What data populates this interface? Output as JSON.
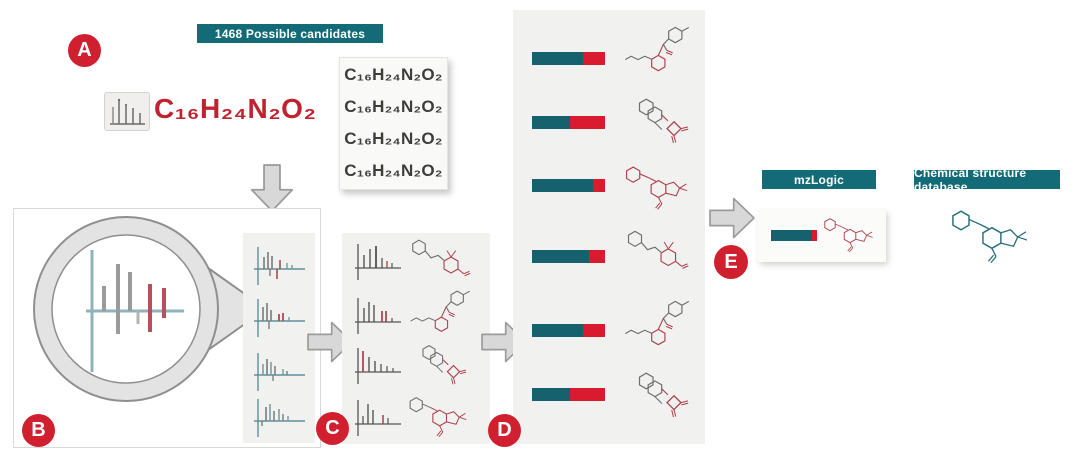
{
  "figure": {
    "step_labels": [
      "A",
      "B",
      "C",
      "D",
      "E"
    ],
    "banners": {
      "candidates": "1468 Possible candidates",
      "mzlogic": "mzLogic",
      "database": "Chemical structure database"
    },
    "precursor_formula": "C₁₆H₂₄N₂O₂",
    "candidate_formulas": [
      "C₁₆H₂₄N₂O₂",
      "C₁₆H₂₄N₂O₂",
      "C₁₆H₂₄N₂O₂",
      "C₁₆H₂₄N₂O₂"
    ],
    "score_bars": [
      70,
      52,
      84,
      78,
      70,
      52
    ],
    "mzlogic_bar": 90,
    "colors": {
      "teal": "#136b77",
      "bar_teal": "#15616e",
      "bar_red": "#da1a2e",
      "badge_red": "#d0202f",
      "formula_red": "#c0222f"
    }
  }
}
